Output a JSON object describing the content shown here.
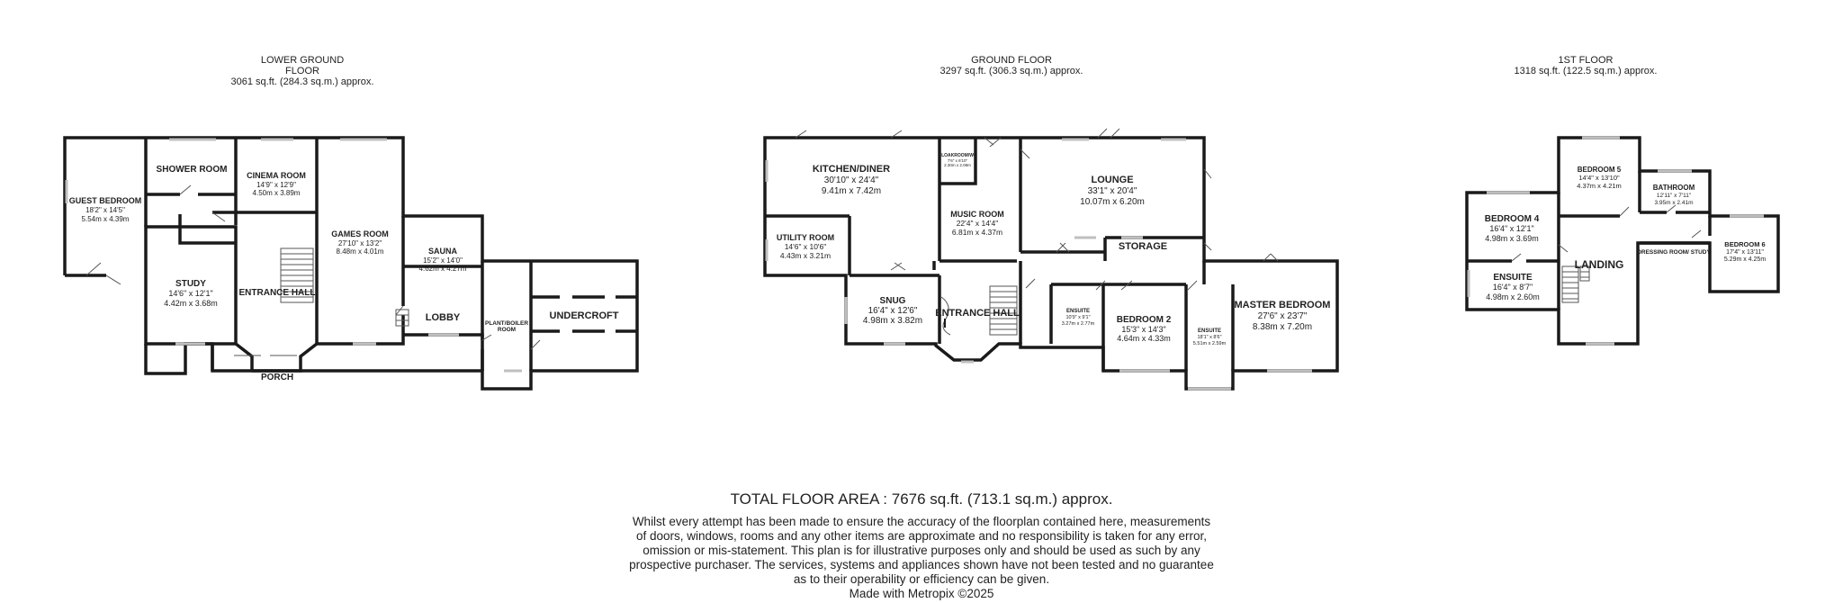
{
  "floors": [
    {
      "name": "LOWER GROUND",
      "name2": "FLOOR",
      "area": "3061 sq.ft. (284.3 sq.m.) approx."
    },
    {
      "name": "GROUND FLOOR",
      "name2": "",
      "area": "3297 sq.ft. (306.3 sq.m.) approx."
    },
    {
      "name": "1ST FLOOR",
      "name2": "",
      "area": "1318 sq.ft. (122.5 sq.m.) approx."
    }
  ],
  "rooms": {
    "guest_bedroom": {
      "name": "GUEST BEDROOM",
      "imp": "18'2\" x 14'5\"",
      "met": "5.54m x 4.39m"
    },
    "shower_room": {
      "name": "SHOWER ROOM"
    },
    "cinema_room": {
      "name": "CINEMA ROOM",
      "imp": "14'9\" x 12'9\"",
      "met": "4.50m x 3.89m"
    },
    "games_room": {
      "name": "GAMES ROOM",
      "imp": "27'10\" x 13'2\"",
      "met": "8.48m x 4.01m"
    },
    "sauna": {
      "name": "SAUNA",
      "imp": "15'2\" x 14'0\"",
      "met": "4.62m x 4.27m"
    },
    "study": {
      "name": "STUDY",
      "imp": "14'6\" x 12'1\"",
      "met": "4.42m x 3.68m"
    },
    "entrance_hall_lg": {
      "name": "ENTRANCE HALL"
    },
    "lobby": {
      "name": "LOBBY"
    },
    "plant_room": {
      "name": "PLANT/BOILER",
      "name2": "ROOM"
    },
    "undercroft": {
      "name": "UNDERCROFT"
    },
    "porch": {
      "name": "PORCH"
    },
    "kitchen": {
      "name": "KITCHEN/DINER",
      "imp": "30'10\" x 24'4\"",
      "met": "9.41m x 7.42m"
    },
    "cloakroom": {
      "name": "CLOAKROOM/WC",
      "imp": "7'6\" x 6'10\"",
      "met": "2.30m x 2.08m"
    },
    "lounge": {
      "name": "LOUNGE",
      "imp": "33'1\" x 20'4\"",
      "met": "10.07m x 6.20m"
    },
    "utility": {
      "name": "UTILITY ROOM",
      "imp": "14'6\" x 10'6\"",
      "met": "4.43m x 3.21m"
    },
    "music": {
      "name": "MUSIC ROOM",
      "imp": "22'4\" x 14'4\"",
      "met": "6.81m x 4.37m"
    },
    "storage": {
      "name": "STORAGE"
    },
    "snug": {
      "name": "SNUG",
      "imp": "16'4\" x 12'6\"",
      "met": "4.98m x 3.82m"
    },
    "entrance_hall_g": {
      "name": "ENTRANCE HALL"
    },
    "ensuite_g1": {
      "name": "ENSUITE",
      "imp": "10'9\" x 9'1\"",
      "met": "3.27m x 2.77m"
    },
    "bedroom2": {
      "name": "BEDROOM 2",
      "imp": "15'3\" x 14'3\"",
      "met": "4.64m x 4.33m"
    },
    "ensuite_g2": {
      "name": "ENSUITE",
      "imp": "18'1\" x 8'6\"",
      "met": "5.51m x 2.59m"
    },
    "master": {
      "name": "MASTER BEDROOM",
      "imp": "27'6\" x 23'7\"",
      "met": "8.38m x 7.20m"
    },
    "bedroom5": {
      "name": "BEDROOM 5",
      "imp": "14'4\" x 13'10\"",
      "met": "4.37m x 4.21m"
    },
    "bathroom": {
      "name": "BATHROOM",
      "imp": "12'11\" x 7'11\"",
      "met": "3.95m x 2.41m"
    },
    "bedroom4": {
      "name": "BEDROOM 4",
      "imp": "16'4\" x 12'1\"",
      "met": "4.98m x 3.69m"
    },
    "bedroom6": {
      "name": "BEDROOM 6",
      "imp": "17'4\" x 13'11\"",
      "met": "5.29m x 4.25m"
    },
    "landing": {
      "name": "LANDING"
    },
    "dressing": {
      "name": "DRESSING ROOM/ STUDY"
    },
    "ensuite_1": {
      "name": "ENSUITE",
      "imp": "16'4\" x 8'7\"",
      "met": "4.98m x 2.60m"
    }
  },
  "total": "TOTAL FLOOR AREA : 7676 sq.ft. (713.1 sq.m.) approx.",
  "disclaimer": [
    "Whilst every attempt has been made to ensure the accuracy of the floorplan contained here, measurements",
    "of doors, windows, rooms and any other items are approximate and no responsibility is taken for any error,",
    "omission or mis-statement. This plan is for illustrative purposes only and should be used as such by any",
    "prospective purchaser. The services, systems and appliances shown have not been tested and no guarantee",
    "as to their operability or efficiency can be given."
  ],
  "made_with": "Made with Metropix ©2025",
  "colors": {
    "wall": "#1a1a1a",
    "window": "#bfbfbf",
    "text": "#222222"
  }
}
